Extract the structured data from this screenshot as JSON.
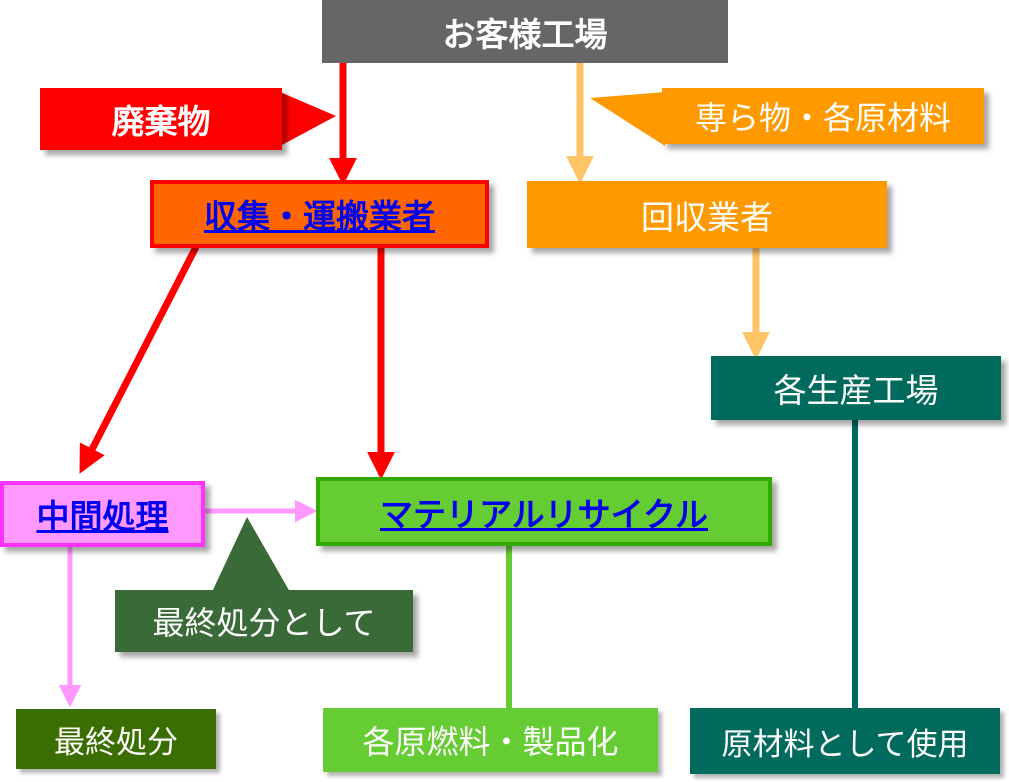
{
  "nodes": {
    "customer_factory": "お客様工場",
    "collector": "収集・運搬業者",
    "recovery": "回収業者",
    "production_plants": "各生産工場",
    "intermediate": "中間処理",
    "material_recycle": "マテリアルリサイクル",
    "final_disposal": "最終処分",
    "fuel_products": "各原燃料・製品化",
    "raw_material_use": "原材料として使用"
  },
  "callouts": {
    "waste": "廃棄物",
    "exclusive_materials": "専ら物・各原材料",
    "as_final_disposal": "最終処分として"
  },
  "colors": {
    "gray": "#666666",
    "red": "#ff0000",
    "orange": "#ff9900",
    "orange_light": "#ffc466",
    "teal": "#006a5c",
    "pink": "#ff99ff",
    "green": "#66cc33",
    "dark_green": "#3a6a38",
    "olive": "#3a6e00"
  }
}
